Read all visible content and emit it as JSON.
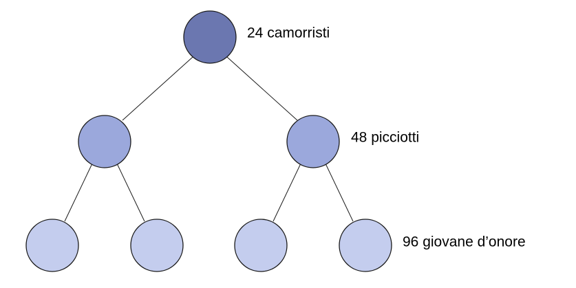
{
  "levels": [
    {
      "label": "24 camorristi",
      "color": "#6b77b0"
    },
    {
      "label": "48 picciotti",
      "color": "#9ba8dc"
    },
    {
      "label": "96 giovane d’onore",
      "color": "#c4cdee"
    }
  ]
}
